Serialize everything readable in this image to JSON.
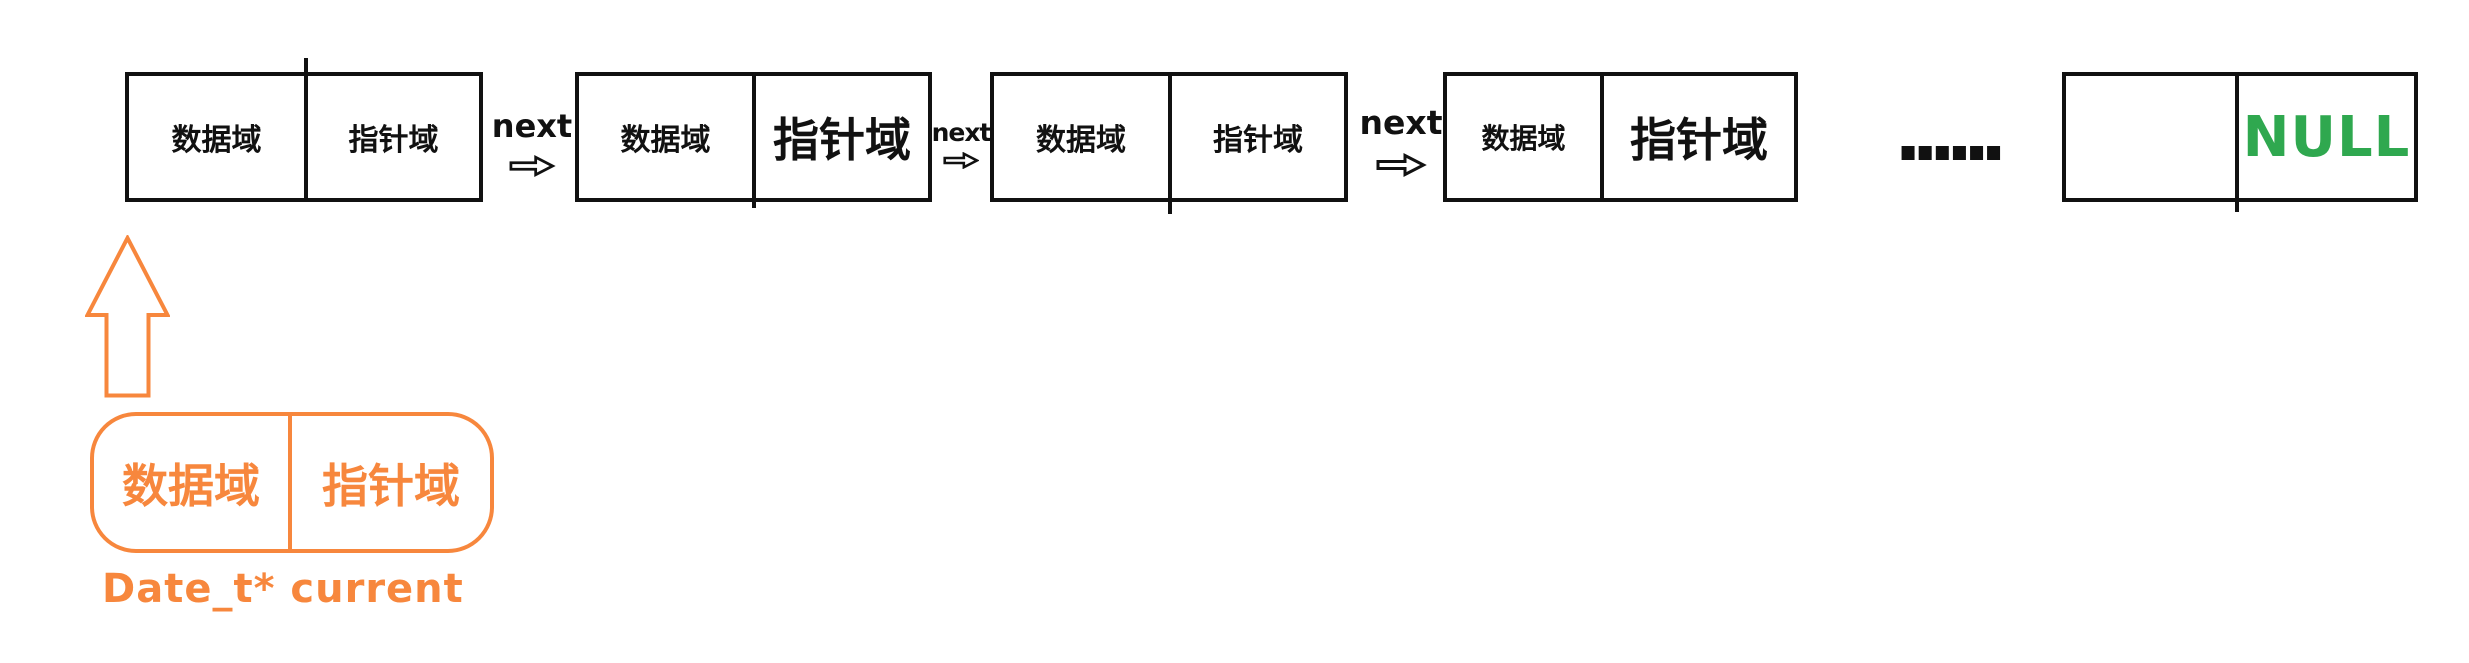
{
  "palette": {
    "node_border": "#111111",
    "text": "#111111",
    "null_green": "#2fa84f",
    "current_orange": "#f7873d",
    "background": "#ffffff"
  },
  "nodes": [
    {
      "data_label": "数据域",
      "pointer_label": "指针域",
      "pointer_emphasis": false
    },
    {
      "data_label": "数据域",
      "pointer_label": "指针域",
      "pointer_emphasis": true
    },
    {
      "data_label": "数据域",
      "pointer_label": "指针域",
      "pointer_emphasis": false
    },
    {
      "data_label": "数据域",
      "pointer_label": "指针域",
      "pointer_emphasis": true
    },
    {
      "data_label": "",
      "pointer_label": "NULL",
      "pointer_emphasis": true
    }
  ],
  "connectors": [
    {
      "label": "next"
    },
    {
      "label": "next"
    },
    {
      "label": "next"
    }
  ],
  "ellipsis": "......",
  "current_pointer": {
    "data_label": "数据域",
    "pointer_label": "指针域",
    "caption": "Date_t* current"
  },
  "icons": {
    "next_arrow": "hollow-right-block-arrow",
    "current_arrow": "hollow-up-block-arrow"
  }
}
